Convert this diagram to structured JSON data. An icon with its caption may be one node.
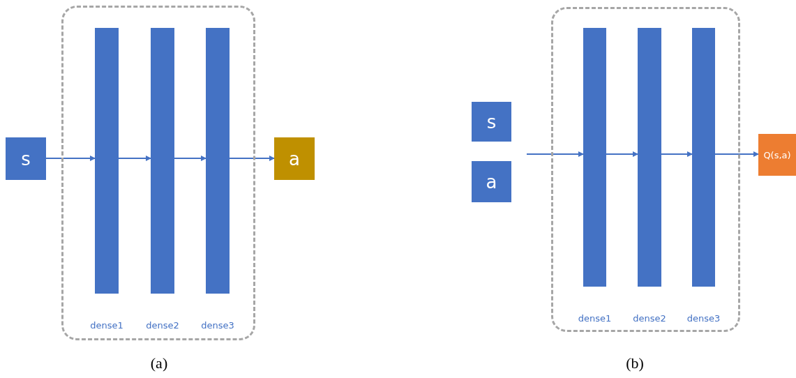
{
  "diagram": {
    "nodes": [
      {
        "text": [],
        "shape": "box"
      },
      {
        "text": [
          "s"
        ]
      },
      {
        "text": [],
        "shape": "bar",
        "in": 0,
        "beside": [
          "dense1"
        ]
      },
      {
        "text": [],
        "shape": "bar",
        "in": 0,
        "beside": [
          "dense2"
        ]
      },
      {
        "text": [],
        "shape": "bar",
        "in": 0,
        "beside": [
          "dense3"
        ]
      },
      {
        "text": [
          "a"
        ]
      },
      {
        "text": [],
        "shape": "box"
      },
      {
        "text": [
          "s"
        ]
      },
      {
        "text": [
          "a"
        ]
      },
      {
        "text": [],
        "shape": "bar",
        "in": 6,
        "beside": [
          "dense1"
        ]
      },
      {
        "text": [],
        "shape": "bar",
        "in": 6,
        "beside": [
          "dense2"
        ]
      },
      {
        "text": [],
        "shape": "bar",
        "in": 6,
        "beside": [
          "dense3"
        ]
      },
      {
        "text": [
          "Q(s,a)"
        ]
      }
    ],
    "edges": [
      {
        "from": 1,
        "to": 2,
        "arrow": "to"
      },
      {
        "from": 2,
        "to": 3,
        "arrow": "to"
      },
      {
        "from": 3,
        "to": 4,
        "arrow": "to"
      },
      {
        "from": 4,
        "to": 5,
        "arrow": "to"
      },
      {
        "from": null,
        "to": 9,
        "arrow": "to"
      },
      {
        "from": 9,
        "to": 10,
        "arrow": "to"
      },
      {
        "from": 10,
        "to": 11,
        "arrow": "to"
      },
      {
        "from": 11,
        "to": 12,
        "arrow": "to"
      }
    ],
    "labels": [
      "(a)",
      "(b)"
    ]
  }
}
